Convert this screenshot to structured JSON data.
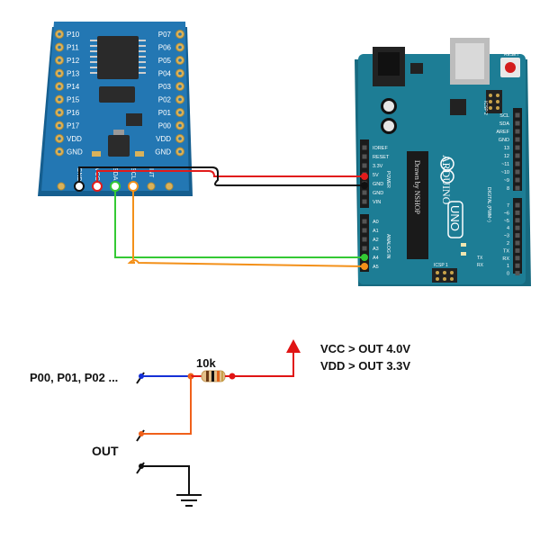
{
  "colors": {
    "board_blue": "#1f6fa8",
    "arduino_teal": "#1d7d95",
    "wire_red": "#e11b1b",
    "wire_black": "#111111",
    "wire_green": "#34c934",
    "wire_orange": "#f39019",
    "schematic_blue": "#1530d6",
    "schematic_red": "#e01414",
    "schematic_orange": "#f0601a"
  },
  "module": {
    "pins_left": [
      "P10",
      "P11",
      "P12",
      "P13",
      "P14",
      "P15",
      "P16",
      "P17",
      "VDD",
      "GND"
    ],
    "pins_right": [
      "P07",
      "P06",
      "P05",
      "P04",
      "P03",
      "P02",
      "P01",
      "P00",
      "VDD",
      "GND"
    ],
    "header_labels": [
      "GND",
      "VCC",
      "SDA",
      "SCL",
      "INT"
    ]
  },
  "arduino": {
    "brand": "ARDUINO",
    "model": "UNO",
    "chip_label": "Drawn by NSHOP",
    "reset_label": "RESET",
    "icsp2_label": "ICSP 2",
    "icsp1_label": "ICSP 1",
    "power_header_label": "POWER",
    "analog_header_label": "ANALOG IN",
    "digital_header_label": "DIGITAL (PWM~)",
    "power_pins": [
      "IOREF",
      "RESET",
      "3.3V",
      "5V",
      "GND",
      "GND",
      "VIN"
    ],
    "analog_pins": [
      "A0",
      "A1",
      "A2",
      "A3",
      "A4",
      "A5"
    ],
    "top_right_pins": [
      "SCL",
      "SDA",
      "AREF",
      "GND",
      "13",
      "12",
      "~11",
      "~10",
      "~9",
      "8"
    ],
    "bottom_right_pins": [
      "7",
      "~6",
      "~5",
      "4",
      "~3",
      "2",
      "TX",
      "RX",
      "1",
      "0"
    ],
    "tx_label": "TX",
    "rx_label": "RX"
  },
  "schematic": {
    "input_label": "P00, P01, P02 ...",
    "resistor_label": "10k",
    "vcc_note": "VCC  > OUT 4.0V",
    "vdd_note": "VDD > OUT 3.3V",
    "out_label": "OUT"
  }
}
